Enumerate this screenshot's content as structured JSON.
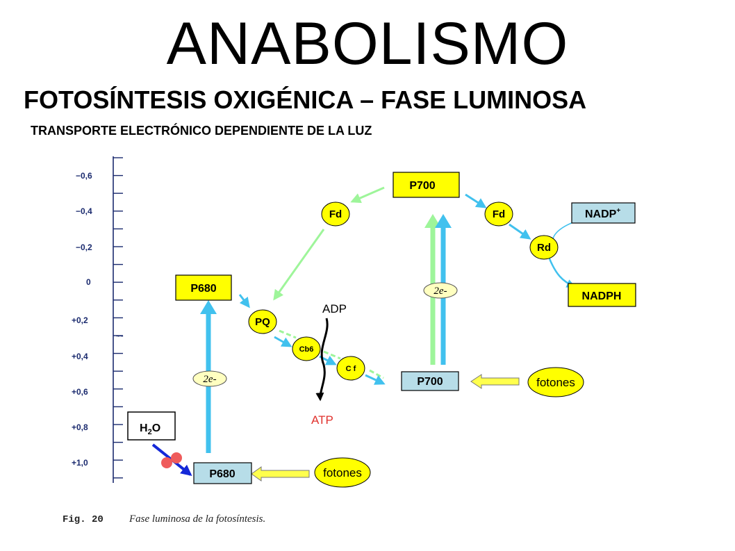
{
  "title": "ANABOLISMO",
  "subtitle": "FOTOSÍNTESIS OXIGÉNICA – FASE LUMINOSA",
  "subsubtitle": "TRANSPORTE ELECTRÓNICO DEPENDIENTE DE LA LUZ",
  "axis": {
    "labels": [
      "−0,6",
      "−0,4",
      "−0,2",
      "0",
      "+0,2",
      "+0,4",
      "+0,6",
      "+0,8",
      "+1,0"
    ],
    "marker": "~~"
  },
  "nodes": {
    "p680_top": "P680",
    "p680_bottom": "P680",
    "p700_top": "P700",
    "p700_bottom": "P700",
    "fd_left": "Fd",
    "fd_right": "Fd",
    "rd": "Rd",
    "pq": "PQ",
    "cb6": "Cb6",
    "cf": "C f",
    "nadp": "NADP",
    "nadp_sup": "+",
    "nadph": "NADPH",
    "h2o_h": "H",
    "h2o_sub": "2",
    "h2o_o": "O",
    "electrons_1": "2e-",
    "electrons_2": "2e-",
    "adp": "ADP",
    "atp": "ATP",
    "photons_1": "fotones",
    "photons_2": "fotones"
  },
  "caption": {
    "label": "Fig. 20",
    "text": "Fase luminosa de la fotosíntesis."
  },
  "colors": {
    "yellow": "#ffff00",
    "light_blue_box": "#b7dde8",
    "cyan_arrow": "#41c1ee",
    "green_arrow": "#9ef59a",
    "dark_blue_arrow": "#1428d8",
    "yellow_arrow": "#ffff4d",
    "oxygen_red": "#ef5b5b",
    "axis_blue": "#1a2a6e"
  }
}
